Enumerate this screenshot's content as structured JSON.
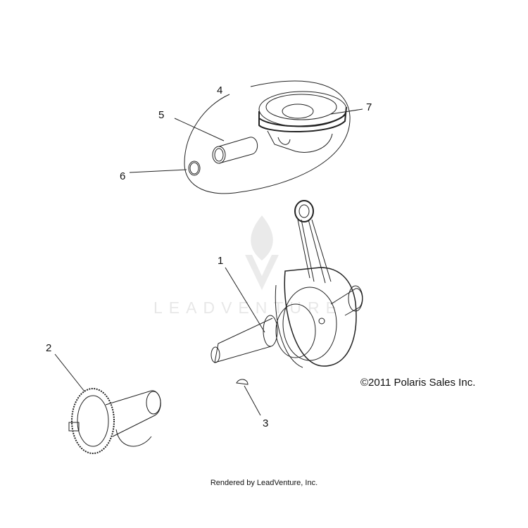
{
  "callouts": {
    "c1": "1",
    "c2": "2",
    "c3": "3",
    "c4": "4",
    "c5": "5",
    "c6": "6",
    "c7": "7"
  },
  "watermark": "LEADVENTURE",
  "copyright": "©2011 Polaris Sales Inc.",
  "rendered_by": "Rendered by LeadVenture, Inc.",
  "colors": {
    "line": "#222222",
    "watermark": "#e6e6e6"
  }
}
